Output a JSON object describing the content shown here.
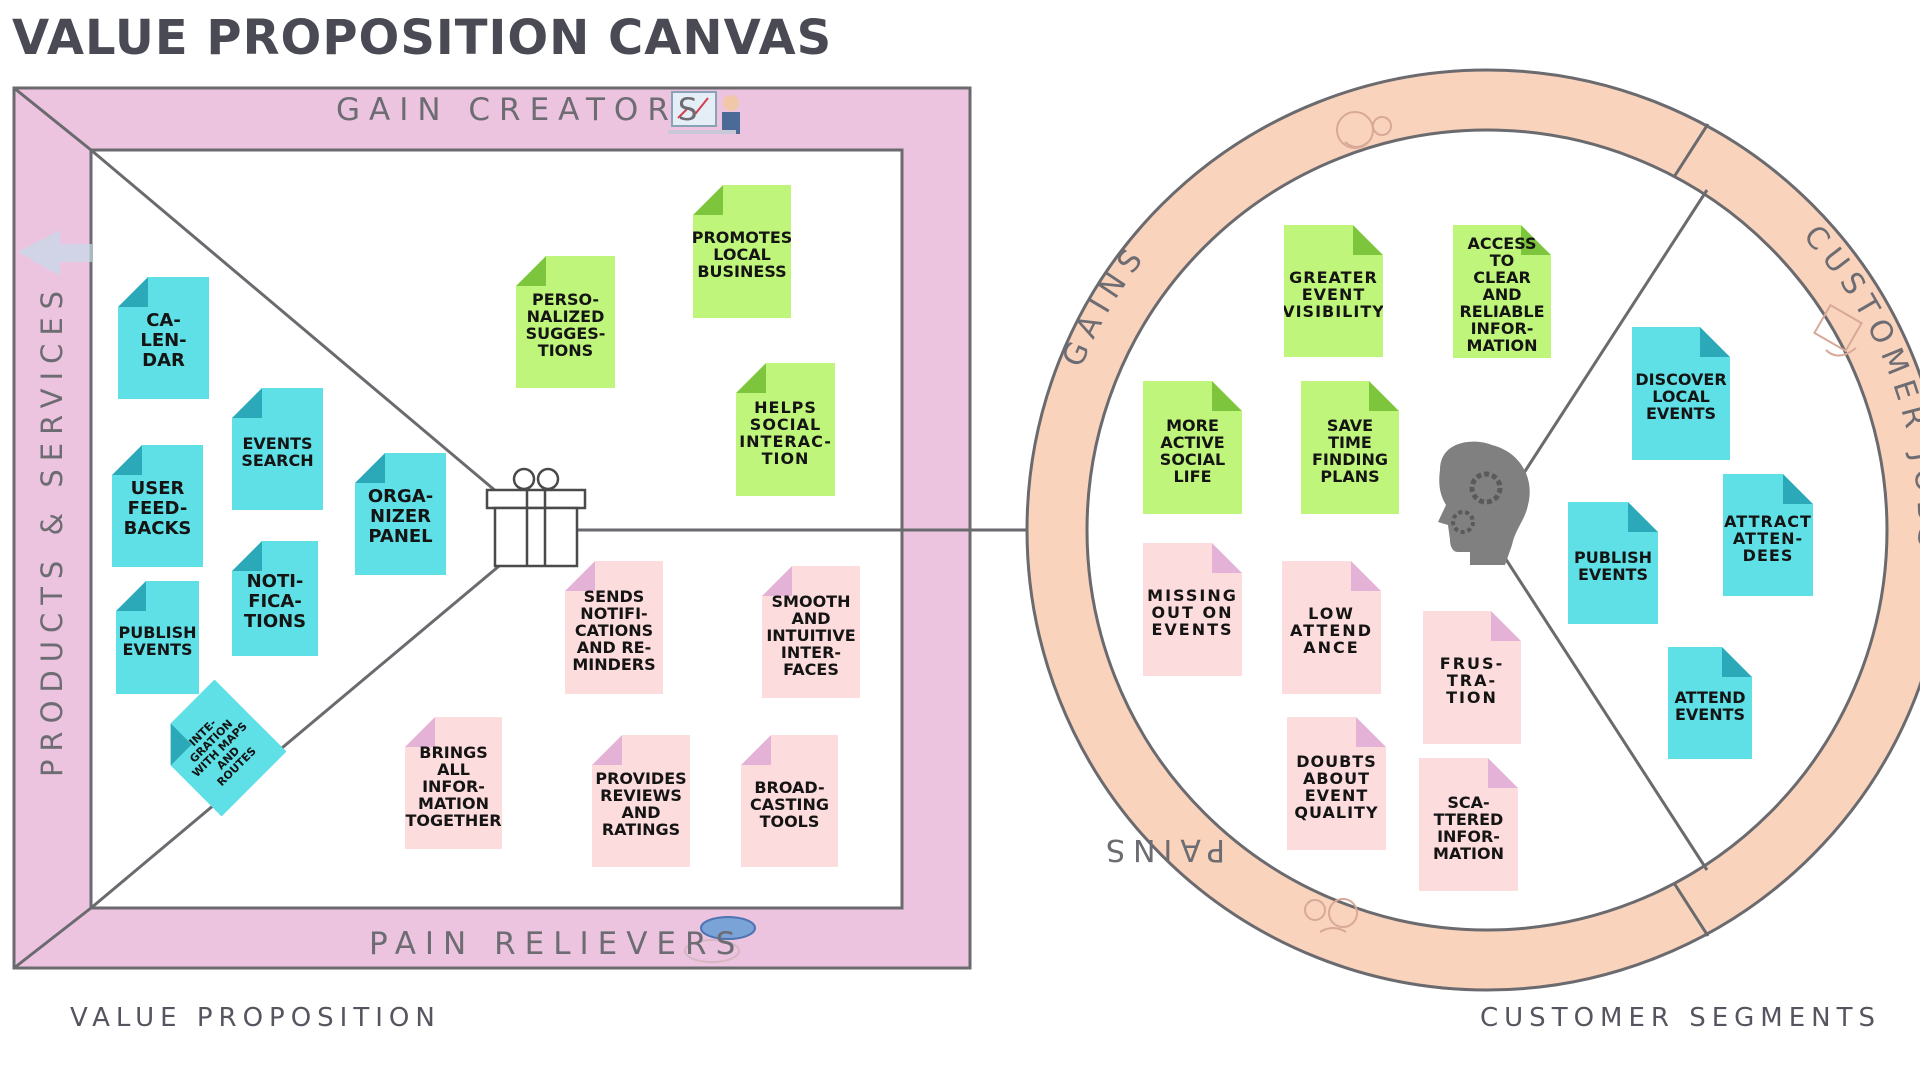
{
  "title": "VALUE PROPOSITION CANVAS",
  "value_map": {
    "top_label": "GAIN CREATORS",
    "bottom_label": "PAIN RELIEVERS",
    "left_label": "PRODUCTS & SERVICES",
    "footer": "VALUE PROPOSITION",
    "products_services": [
      "CA-\nLEN-\nDAR",
      "EVENTS\nSEARCH",
      "USER\nFEED-\nBACKS",
      "ORGA-\nNIZER\nPANEL",
      "NOTI-\nFICA-\nTIONS",
      "PUBLISH\nEVENTS",
      "INTE-\nGRATION\nWITH MAPS\nAND\nROUTES"
    ],
    "gain_creators": [
      "PERSO-\nNALIZED\nSUGGES-\nTIONS",
      "PROMOTES\nLOCAL\nBUSINESS",
      "HELPS\nSOCIAL\nINTERAC-\nTION"
    ],
    "pain_relievers": [
      "SENDS\nNOTIFI-\nCATIONS\nAND RE-\nMINDERS",
      "SMOOTH\nAND\nINTUITIVE\nINTER-\nFACES",
      "BRINGS\nALL\nINFOR-\nMATION\nTOGETHER",
      "PROVIDES\nREVIEWS\nAND\nRATINGS",
      "BROAD-\nCASTING\nTOOLS"
    ]
  },
  "customer_profile": {
    "gains_label": "GAINS",
    "pains_label": "PAINS",
    "jobs_label": "CUSTOMER JOBS",
    "footer": "CUSTOMER SEGMENTS",
    "gains": [
      "GREATER\nEVENT\nVISIBILITY",
      "ACCESS\nTO CLEAR\nAND\nRELIABLE\nINFOR-\nMATION",
      "MORE\nACTIVE\nSOCIAL\nLIFE",
      "SAVE\nTIME\nFINDING\nPLANS"
    ],
    "pains": [
      "MISSING\nOUT ON\nEVENTS",
      "LOW\nATTEND\nANCE",
      "FRUS-\nTRA-\nTION",
      "DOUBTS\nABOUT\nEVENT\nQUALITY",
      "SCA-\nTTERED\nINFOR-\nMATION"
    ],
    "customer_jobs": [
      "DISCOVER\nLOCAL\nEVENTS",
      "ATTRACT\nATTEN-\nDEES",
      "PUBLISH\nEVENTS",
      "ATTEND\nEVENTS"
    ]
  },
  "colors": {
    "frame_pink": "#ecc4df",
    "ring_peach": "#f9d3bc",
    "job_cyan": "#5ee0e6",
    "gain_green": "#bff57a",
    "pain_pink": "#fcdcdc"
  },
  "icons": [
    "gift-icon",
    "head-gears-icon",
    "presenter-icon",
    "pill-icon",
    "smiley-face-icon",
    "worried-face-icon",
    "hand-icon"
  ]
}
